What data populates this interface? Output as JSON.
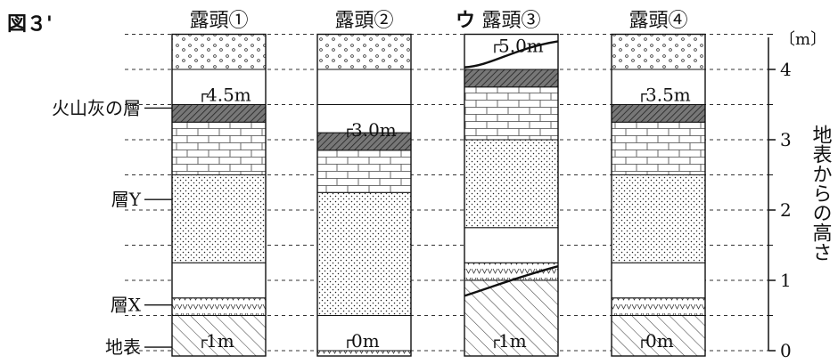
{
  "figure": {
    "label": "図３'",
    "ylabel": "地表からの高さ",
    "unit": "〔m〕",
    "ticks": [
      {
        "label": "0",
        "value": 0
      },
      {
        "label": "1",
        "value": 1
      },
      {
        "label": "2",
        "value": 2
      },
      {
        "label": "3",
        "value": 3
      },
      {
        "label": "4",
        "value": 4
      }
    ]
  },
  "side_labels": [
    {
      "id": "ash",
      "text": "火山灰の層",
      "height": 3.45
    },
    {
      "id": "y",
      "text": "層Y",
      "height": 2.15
    },
    {
      "id": "x",
      "text": "層X",
      "height": 0.65
    },
    {
      "id": "ground",
      "text": "地表",
      "height": 0.05
    }
  ],
  "columns": [
    {
      "title": "露頭①",
      "marker": "",
      "layers": [
        {
          "kind": "hatch",
          "bottom": -0.2,
          "top": 0.5
        },
        {
          "kind": "tuff",
          "bottom": 0.5,
          "top": 0.75
        },
        {
          "kind": "blank",
          "bottom": 0.75,
          "top": 1.25
        },
        {
          "kind": "sand",
          "bottom": 1.25,
          "top": 2.5
        },
        {
          "kind": "brick",
          "bottom": 2.5,
          "top": 3.25
        },
        {
          "kind": "ash",
          "bottom": 3.25,
          "top": 3.5
        },
        {
          "kind": "blank",
          "bottom": 3.5,
          "top": 4.0
        },
        {
          "kind": "gravel",
          "bottom": 4.0,
          "top": 4.5
        }
      ],
      "markers": [
        {
          "text": "1m",
          "height": 0.15
        },
        {
          "text": "4.5m",
          "height": 3.65
        }
      ]
    },
    {
      "title": "露頭②",
      "marker": "",
      "layers": [
        {
          "kind": "tuff",
          "bottom": -0.2,
          "top": 0.0
        },
        {
          "kind": "blank",
          "bottom": 0.0,
          "top": 0.5
        },
        {
          "kind": "sand",
          "bottom": 0.5,
          "top": 2.25
        },
        {
          "kind": "brick",
          "bottom": 2.25,
          "top": 2.85
        },
        {
          "kind": "ash",
          "bottom": 2.85,
          "top": 3.1
        },
        {
          "kind": "blank",
          "bottom": 3.1,
          "top": 3.5
        },
        {
          "kind": "blank",
          "bottom": 3.5,
          "top": 4.0
        },
        {
          "kind": "gravel",
          "bottom": 4.0,
          "top": 4.5
        }
      ],
      "markers": [
        {
          "text": "0m",
          "height": 0.15
        },
        {
          "text": "3.0m",
          "height": 3.15
        }
      ]
    },
    {
      "title": "露頭③",
      "marker": "ウ",
      "layers": [
        {
          "kind": "hatch",
          "bottom": -0.2,
          "top": 1.0
        },
        {
          "kind": "tuff",
          "bottom": 1.0,
          "top": 1.25
        },
        {
          "kind": "blank",
          "bottom": 1.25,
          "top": 1.75
        },
        {
          "kind": "sand",
          "bottom": 1.75,
          "top": 3.0
        },
        {
          "kind": "brick",
          "bottom": 3.0,
          "top": 3.75
        },
        {
          "kind": "ash",
          "bottom": 3.75,
          "top": 4.0
        },
        {
          "kind": "blank",
          "bottom": 4.0,
          "top": 4.5
        }
      ],
      "markers": [
        {
          "text": "1m",
          "height": 0.15
        },
        {
          "text": "5.0m",
          "height": 4.35
        }
      ]
    },
    {
      "title": "露頭④",
      "marker": "",
      "layers": [
        {
          "kind": "hatch",
          "bottom": -0.2,
          "top": 0.5
        },
        {
          "kind": "tuff",
          "bottom": 0.5,
          "top": 0.75
        },
        {
          "kind": "blank",
          "bottom": 0.75,
          "top": 1.25
        },
        {
          "kind": "sand",
          "bottom": 1.25,
          "top": 2.5
        },
        {
          "kind": "brick",
          "bottom": 2.5,
          "top": 3.25
        },
        {
          "kind": "ash",
          "bottom": 3.25,
          "top": 3.5
        },
        {
          "kind": "blank",
          "bottom": 3.5,
          "top": 4.0
        },
        {
          "kind": "gravel",
          "bottom": 4.0,
          "top": 4.5
        }
      ],
      "markers": [
        {
          "text": "0m",
          "height": 0.15
        },
        {
          "text": "3.5m",
          "height": 3.65
        }
      ]
    }
  ]
}
